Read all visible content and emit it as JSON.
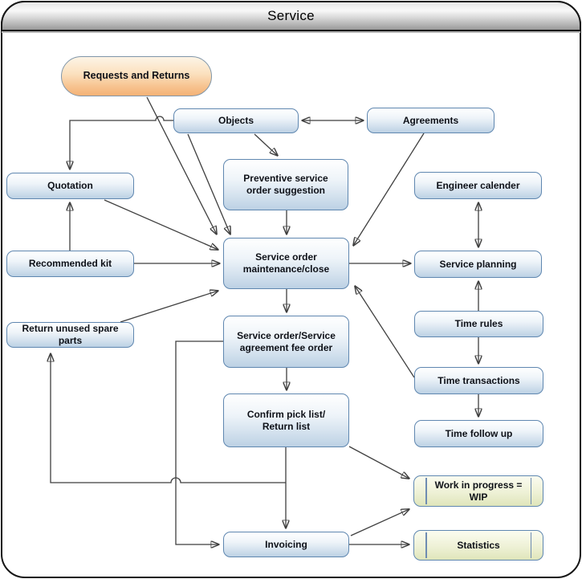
{
  "title": "Service",
  "colors": {
    "box_border": "#5f87b0",
    "blue_fill_bottom": "#bcd1e4",
    "pill_fill_bottom": "#f4b276",
    "green_fill_bottom": "#dfe5ba",
    "line": "#3f3f3f",
    "arrowhead": "#000000",
    "header_gradient_bottom": "#9a9a9a"
  },
  "nodes": {
    "requests": "Requests and Returns",
    "objects": "Objects",
    "agreements": "Agreements",
    "quotation": "Quotation",
    "preventive": "Preventive service\norder suggestion",
    "engineer_calender": "Engineer calender",
    "recommended_kit": "Recommended kit",
    "service_order": "Service order\nmaintenance/close",
    "service_planning": "Service planning",
    "return_unused": "Return unused spare\nparts",
    "time_rules": "Time rules",
    "fee_order": "Service order/Service\nagreement fee order",
    "time_transactions": "Time transactions",
    "confirm_pick": "Confirm pick list/\nReturn list",
    "time_follow_up": "Time follow up",
    "wip": "Work in progress =\nWIP",
    "invoicing": "Invoicing",
    "statistics": "Statistics"
  },
  "connections": [
    {
      "from": "requests",
      "to": "service_order",
      "direction": "one-way"
    },
    {
      "from": "objects",
      "to": "agreements",
      "direction": "two-way"
    },
    {
      "from": "objects",
      "to": "quotation",
      "direction": "one-way"
    },
    {
      "from": "objects",
      "to": "preventive",
      "direction": "one-way"
    },
    {
      "from": "objects",
      "to": "service_order",
      "direction": "one-way"
    },
    {
      "from": "agreements",
      "to": "service_order",
      "direction": "one-way"
    },
    {
      "from": "quotation",
      "to": "service_order",
      "direction": "one-way"
    },
    {
      "from": "recommended_kit",
      "to": "quotation",
      "direction": "one-way"
    },
    {
      "from": "recommended_kit",
      "to": "service_order",
      "direction": "one-way"
    },
    {
      "from": "return_unused",
      "to": "service_order",
      "direction": "one-way"
    },
    {
      "from": "preventive",
      "to": "service_order",
      "direction": "one-way"
    },
    {
      "from": "service_order",
      "to": "service_planning",
      "direction": "one-way"
    },
    {
      "from": "engineer_calender",
      "to": "service_planning",
      "direction": "two-way"
    },
    {
      "from": "time_rules",
      "to": "service_planning",
      "direction": "one-way"
    },
    {
      "from": "time_rules",
      "to": "time_transactions",
      "direction": "one-way"
    },
    {
      "from": "time_transactions",
      "to": "time_follow_up",
      "direction": "one-way"
    },
    {
      "from": "time_transactions",
      "to": "service_order",
      "direction": "one-way"
    },
    {
      "from": "service_order",
      "to": "fee_order",
      "direction": "one-way"
    },
    {
      "from": "fee_order",
      "to": "confirm_pick",
      "direction": "one-way"
    },
    {
      "from": "fee_order",
      "to": "invoicing",
      "direction": "one-way"
    },
    {
      "from": "confirm_pick",
      "to": "invoicing",
      "direction": "one-way"
    },
    {
      "from": "confirm_pick",
      "to": "return_unused",
      "direction": "one-way"
    },
    {
      "from": "confirm_pick",
      "to": "wip",
      "direction": "one-way"
    },
    {
      "from": "invoicing",
      "to": "wip",
      "direction": "one-way"
    },
    {
      "from": "invoicing",
      "to": "statistics",
      "direction": "one-way"
    }
  ]
}
